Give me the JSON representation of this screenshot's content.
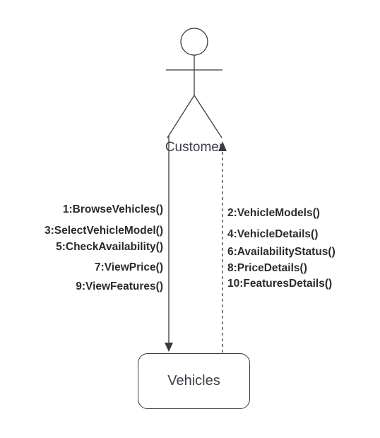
{
  "actor": {
    "name": "Customer"
  },
  "object": {
    "name": "Vehicles"
  },
  "messages_to_object": [
    "1:BrowseVehicles()",
    "3:SelectVehicleModel()",
    "5:CheckAvailability()",
    "7:ViewPrice()",
    "9:ViewFeatures()"
  ],
  "messages_to_actor": [
    "2:VehicleModels()",
    "4:VehicleDetails()",
    "6:AvailabilityStatus()",
    "8:PriceDetails()",
    "10:FeaturesDetails()"
  ],
  "colors": {
    "line": "#3b3b3b",
    "text": "#2b2b2b"
  }
}
